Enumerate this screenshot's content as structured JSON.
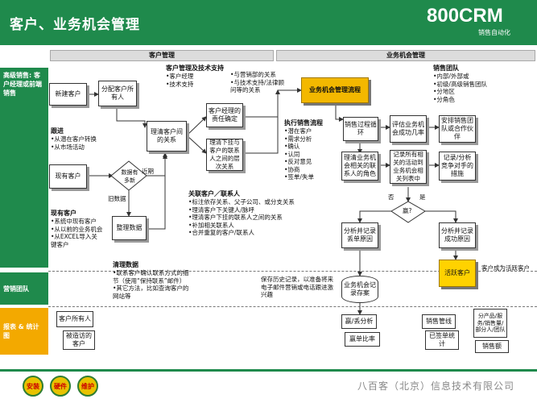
{
  "header": {
    "title": "客户、业务机会管理",
    "logo": "800CRM",
    "logo_sub": "销售自动化"
  },
  "sections": {
    "customer": "客户管理",
    "opportunity": "业务机会管理"
  },
  "lanes": {
    "high": "高级销售: 客户经理或前端销售",
    "team": "营销团队",
    "reports": "报表 & 统计图"
  },
  "nodes": {
    "new_customer": "新建客户",
    "assign": "分配客户所有人",
    "existing": "现有客户",
    "diamond": "数据有多新",
    "clean": "整理数据",
    "relation": "理清客户间的关系",
    "manager": "客户经理的责任确定",
    "contacts": "理清下挂与客户的联系人之间的层次关系",
    "flow": "业务机会管理流程",
    "process": "销售过程循环",
    "rate": "评估业务机会成功几率",
    "team": "安排销售团队或合作伙伴",
    "roles": "理清业务机会相关的联系人的角色",
    "record": "记录所有相关的活动到业务机会相关列表中",
    "compete": "记录/分析竞争对手的措施",
    "decision": "赢?",
    "analyze_lose": "分析并记录丢单原因",
    "analyze_win": "分析并记录成功原因",
    "active": "活跃客户",
    "archive": "业务机会记录存案",
    "rep_owner": "客户所有人",
    "rep_visited": "被造访的客户",
    "rep_lose": "赢/丢分析",
    "rep_ratio": "赢单比率",
    "rep_pipeline": "销售管线",
    "rep_closed": "已签单统计",
    "rep_product": "分产品/服务/销售量/部分人/团队",
    "rep_sales": "销售额"
  },
  "labels": {
    "recent": "近期",
    "old": "旧数据",
    "lose": "否",
    "win": "是",
    "become_active": "客户成为活跃客户",
    "save_history": "保存历史记录，以准备将来电子邮件营销或电话跟进激兴趣"
  },
  "notes": {
    "follow_title": "跟进",
    "follow": [
      "•从潜在客户转换",
      "•从市场活动"
    ],
    "existing_title": "现有客户",
    "existing": [
      "•系统中现有客户",
      "•从以前的业务机会",
      "•从EXCEL导入关",
      "键客户"
    ],
    "clean_title": "清理数据",
    "clean": [
      "•联系客户确认联系方式的细",
      "节（使用“保持联系”邮件）",
      "•其它方法，比如查询客户的",
      "网站等"
    ],
    "mgmt_title": "客户管理及技术支持",
    "mgmt": [
      "•客户经理",
      "•技术支持"
    ],
    "mgmt2": [
      "•与营销部的关系",
      "•与技术支持/法律顾",
      "问等的关系"
    ],
    "rel_title": "关联客户／联系人",
    "rel": [
      "•标注依存关系、父子公司、或分支关系",
      "•理清客户下关键人/脉呼",
      "•理清客户下挂的联系人之间的关系",
      "•补加相关联系人",
      "•合并重复的客户/联系人"
    ],
    "exec_title": "执行销售流程",
    "exec": [
      "•潜在客户",
      "•需求分析",
      "•确认",
      "•认同",
      "•反对意见",
      "•协商",
      "•签单/失单"
    ],
    "team_title": "销售团队",
    "team": [
      "•内部/外部或",
      "•初级/高级销售团队",
      "•分地区",
      "•分角色"
    ]
  },
  "footer": {
    "badges": [
      "安装",
      "硬件",
      "维护"
    ],
    "company": "八百客（北京）信息技术有限公司"
  },
  "colors": {
    "green": "#1f8a4c",
    "yellow": "#f3a900",
    "accent": "#ffd200"
  }
}
